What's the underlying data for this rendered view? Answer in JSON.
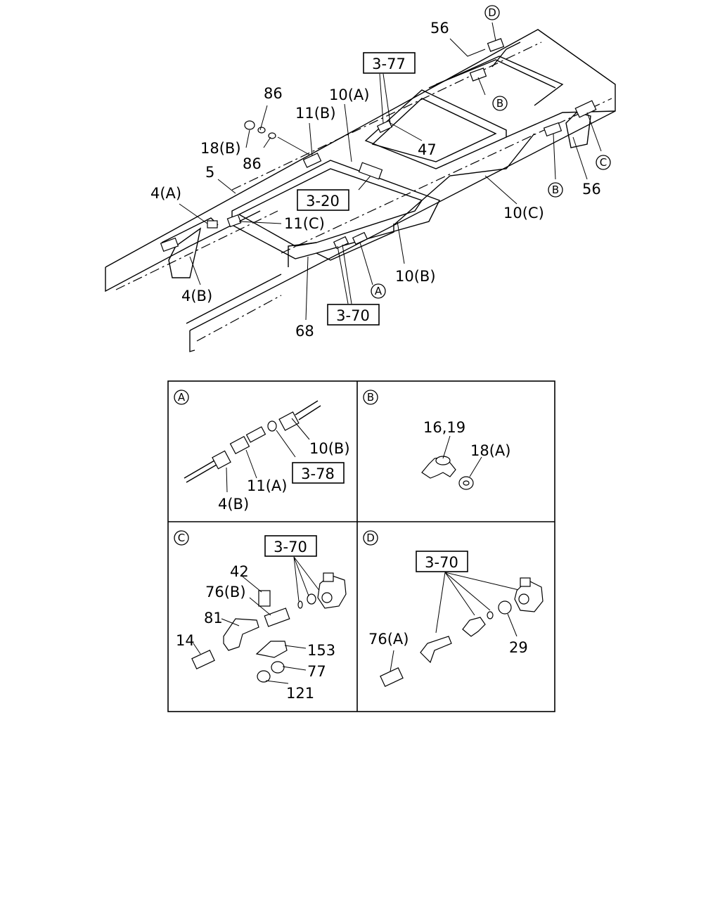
{
  "main_view": {
    "labels": {
      "p56_top": "56",
      "p86_top": "86",
      "p18b": "18(B)",
      "p86_bot": "86",
      "p11b": "11(B)",
      "p10a": "10(A)",
      "p47": "47",
      "p5": "5",
      "p4a": "4(A)",
      "p11c": "11(C)",
      "p4b": "4(B)",
      "p68": "68",
      "p10b": "10(B)",
      "p10c": "10(C)",
      "p56_right": "56"
    },
    "refs": {
      "r377": "3-77",
      "r320": "3-20",
      "r370": "3-70"
    },
    "callouts": {
      "c_d_top": "D",
      "c_b_top": "B",
      "c_c": "C",
      "c_b_low": "B",
      "c_a": "A"
    }
  },
  "details": {
    "A": {
      "letter": "A",
      "labels": {
        "p10b": "10(B)",
        "p11a": "11(A)",
        "p4b": "4(B)"
      },
      "ref": "3-78"
    },
    "B": {
      "letter": "B",
      "labels": {
        "p1619": "16,19",
        "p18a": "18(A)"
      }
    },
    "C": {
      "letter": "C",
      "ref": "3-70",
      "labels": {
        "p42": "42",
        "p76b": "76(B)",
        "p81": "81",
        "p14": "14",
        "p153": "153",
        "p77": "77",
        "p121": "121"
      }
    },
    "D": {
      "letter": "D",
      "ref": "3-70",
      "labels": {
        "p76a": "76(A)",
        "p29": "29"
      }
    }
  }
}
